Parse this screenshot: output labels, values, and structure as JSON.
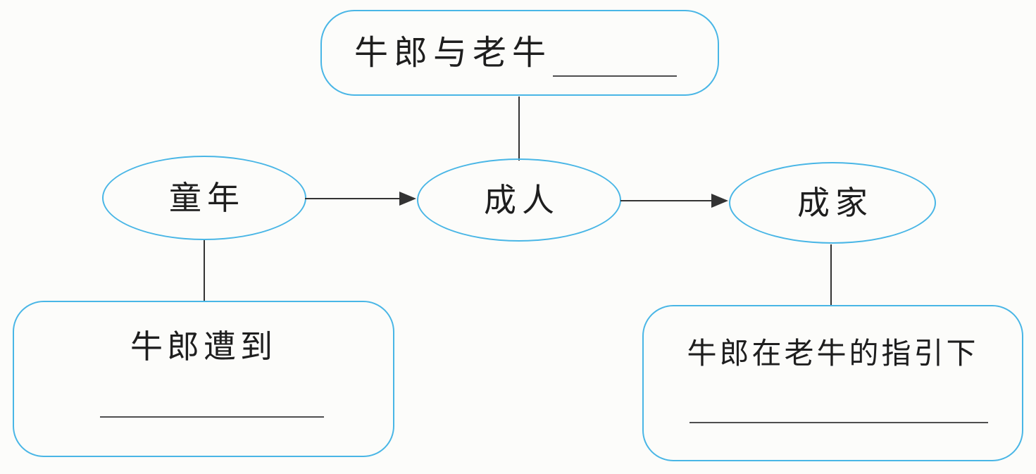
{
  "colors": {
    "accent": "#49b6e6",
    "ink": "#1e1e1e",
    "connector": "#333333",
    "blank_line": "#4f4f4f",
    "background": "#fcfcfa"
  },
  "diagram": {
    "top_box": {
      "label": "牛郎与老牛",
      "blank_value": ""
    },
    "timeline": [
      {
        "label": "童年"
      },
      {
        "label": "成人"
      },
      {
        "label": "成家"
      }
    ],
    "bottom_left_box": {
      "label": "牛郎遭到",
      "blank_value": ""
    },
    "bottom_right_box": {
      "label": "牛郎在老牛的指引下",
      "blank_value": ""
    }
  }
}
